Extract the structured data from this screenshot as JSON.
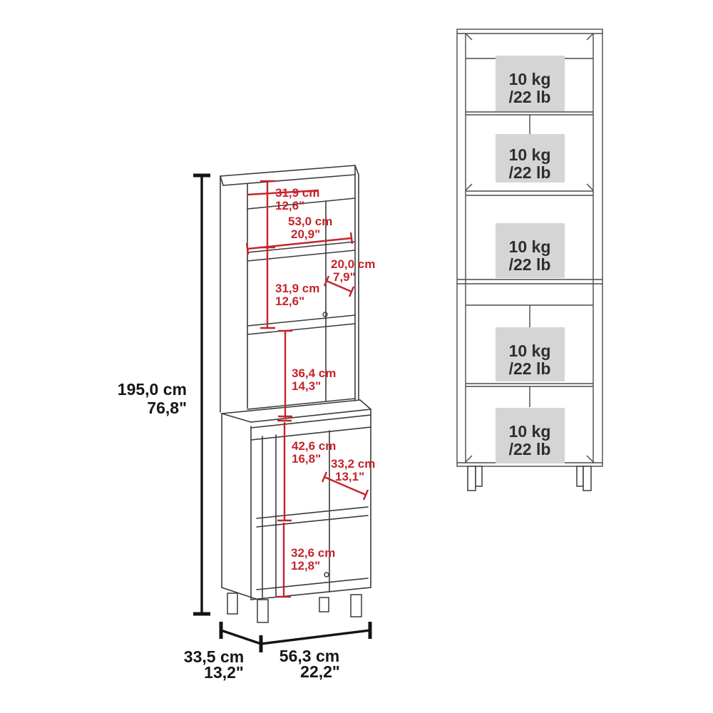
{
  "colors": {
    "background": "#ffffff",
    "outline": "#3a3a3a",
    "red_dimension": "#c4242a",
    "black_dimension": "#141414",
    "capacity_box_bg": "#d5d5d5",
    "capacity_text": "#2e2e2e"
  },
  "left_view": {
    "overall_height": {
      "cm": "195,0 cm",
      "inches": "76,8\""
    },
    "base_depth": {
      "cm": "33,5 cm",
      "inches": "13,2\""
    },
    "base_width": {
      "cm": "56,3 cm",
      "inches": "22,2\""
    },
    "inner_dims": [
      {
        "id": "top-shelf-height",
        "cm": "31,9 cm",
        "inches": "12,6\""
      },
      {
        "id": "inner-width",
        "cm": "53,0 cm",
        "inches": "20,9\""
      },
      {
        "id": "upper-shelf-depth",
        "cm": "20,0 cm",
        "inches": "7,9\""
      },
      {
        "id": "second-shelf-height",
        "cm": "31,9 cm",
        "inches": "12,6\""
      },
      {
        "id": "middle-section-height",
        "cm": "36,4 cm",
        "inches": "14,3\""
      },
      {
        "id": "lower-section-height",
        "cm": "42,6 cm",
        "inches": "16,8\""
      },
      {
        "id": "lower-shelf-depth",
        "cm": "33,2 cm",
        "inches": "13,1\""
      },
      {
        "id": "bottom-section-height",
        "cm": "32,6 cm",
        "inches": "12,8\""
      }
    ]
  },
  "right_view": {
    "capacity_labels": [
      {
        "kg": "10 kg",
        "lb": "/22 lb"
      },
      {
        "kg": "10 kg",
        "lb": "/22 lb"
      },
      {
        "kg": "10 kg",
        "lb": "/22 lb"
      },
      {
        "kg": "10 kg",
        "lb": "/22 lb"
      },
      {
        "kg": "10 kg",
        "lb": "/22 lb"
      }
    ]
  }
}
